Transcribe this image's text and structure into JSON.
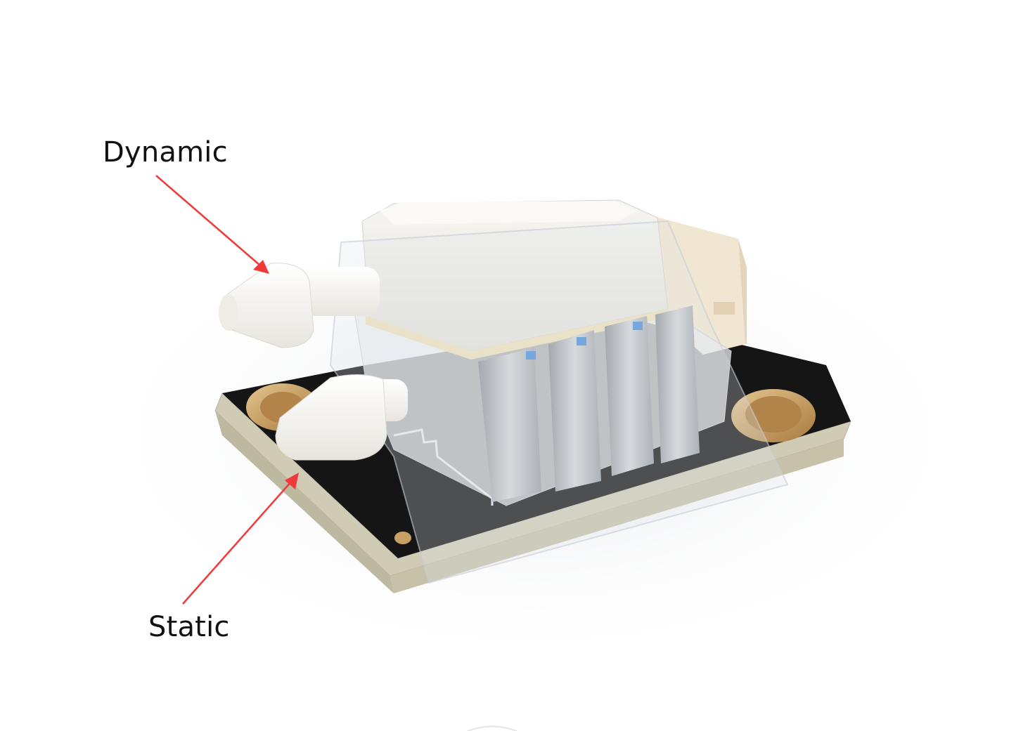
{
  "image": {
    "description": "Product photo of a differential airspeed pressure sensor module on a black PCB with two white barbed tube ports, annotated with red arrows",
    "background_color": "#ffffff"
  },
  "annotations": [
    {
      "label": "Dynamic",
      "points_to": "upper white pressure port",
      "arrow_color": "#f03a3a"
    },
    {
      "label": "Static",
      "points_to": "lower white pressure port",
      "arrow_color": "#f03a3a"
    }
  ],
  "colors": {
    "pcb": "#151515",
    "pcb_edge": "#cfcbb4",
    "gold_pad": "#c9a063",
    "port_white": "#f4f2ee",
    "sensor_cap": "#eceae4",
    "connector": "#f1e6d2",
    "solder_leads": "#b9bcc0",
    "blue_accent": "#4d8fd6",
    "trace_line": "#dfe8ee",
    "arrow": "#f03a3a"
  }
}
